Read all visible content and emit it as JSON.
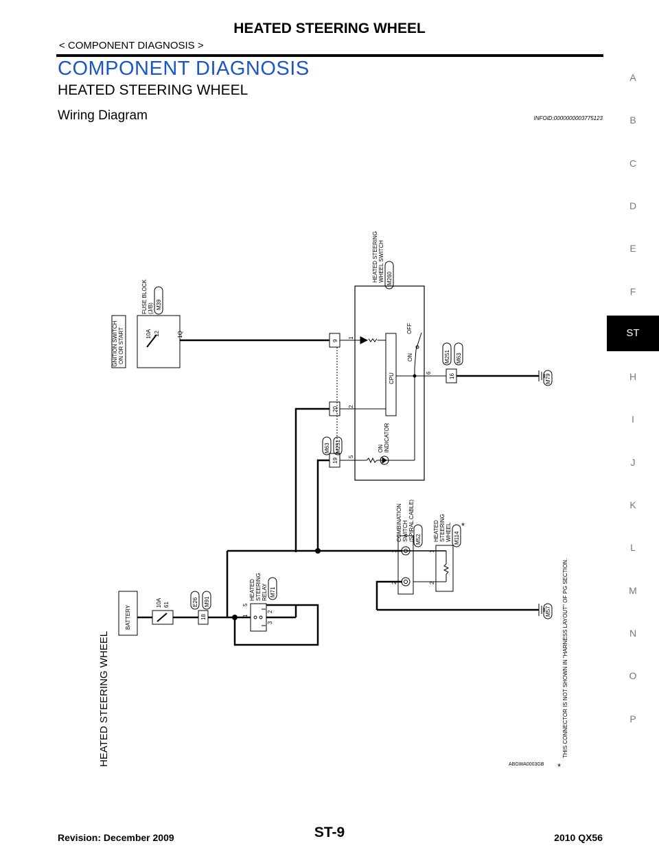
{
  "header": {
    "title": "HEATED STEERING WHEEL",
    "breadcrumb": "< COMPONENT DIAGNOSIS >"
  },
  "section": {
    "title": "COMPONENT DIAGNOSIS",
    "subtitle": "HEATED STEERING WHEEL",
    "diagram_heading": "Wiring Diagram",
    "info_id": "INFOID:0000000003775123"
  },
  "side_tabs": [
    "A",
    "B",
    "C",
    "D",
    "E",
    "F",
    "ST",
    "H",
    "I",
    "J",
    "K",
    "L",
    "M",
    "N",
    "O",
    "P"
  ],
  "active_tab": "ST",
  "diagram": {
    "vertical_title": "HEATED STEERING WHEEL",
    "ignition_label_1": "IGNITION SWITCH",
    "ignition_label_2": "ON OR START",
    "fuse_block_1": "FUSE BLOCK",
    "fuse_block_2": "(J/B)",
    "fuse_block_conn": "M39",
    "fuse_10a": "10A",
    "fuse_12": "12",
    "pin_1q": "1Q",
    "hsw_switch_1": "HEATED STEERING",
    "hsw_switch_2": "WHEEL SWITCH",
    "hsw_switch_conn": "M260",
    "cpu": "CPU",
    "off": "OFF",
    "on": "ON",
    "on_indicator_1": "ON",
    "on_indicator_2": "INDICATOR",
    "pin_9": "9",
    "pin_20": "20",
    "pin_19": "19",
    "pin_16": "16",
    "sw_pin_1": "1",
    "sw_pin_2": "2",
    "sw_pin_5": "5",
    "sw_pin_6": "6",
    "conn_m251": "M251",
    "conn_m63": "M63",
    "ground_m79": "M79",
    "comb_1": "COMBINATION",
    "comb_2": "SWITCH",
    "comb_3": "(SPIRAL  CABLE)",
    "comb_conn": "M52",
    "hsw_1": "HEATED",
    "hsw_2": "STEERING",
    "hsw_3": "WHEEL",
    "hsw_conn": "M114",
    "star": "*",
    "relay_1": "HEATED",
    "relay_2": "STEERING",
    "relay_3": "RELAY",
    "relay_conn": "M71",
    "relay_pin_1": "1",
    "relay_pin_2": "2",
    "relay_pin_3": "3",
    "relay_pin_5": "5",
    "battery": "BATTERY",
    "bat_fuse_10a": "10A",
    "bat_fuse_61": "61",
    "conn_e26": "E26",
    "conn_m91": "M91",
    "pin_18": "18",
    "ground_m57": "M57",
    "footnote": "THIS CONNECTOR IS NOT SHOWN IN \"HARNESS LAYOUT\" OF PG SECTION.",
    "figure_id": "ABGWA0003GB"
  },
  "footer": {
    "page": "ST-9",
    "revision": "Revision: December 2009",
    "model": "2010 QX56"
  }
}
